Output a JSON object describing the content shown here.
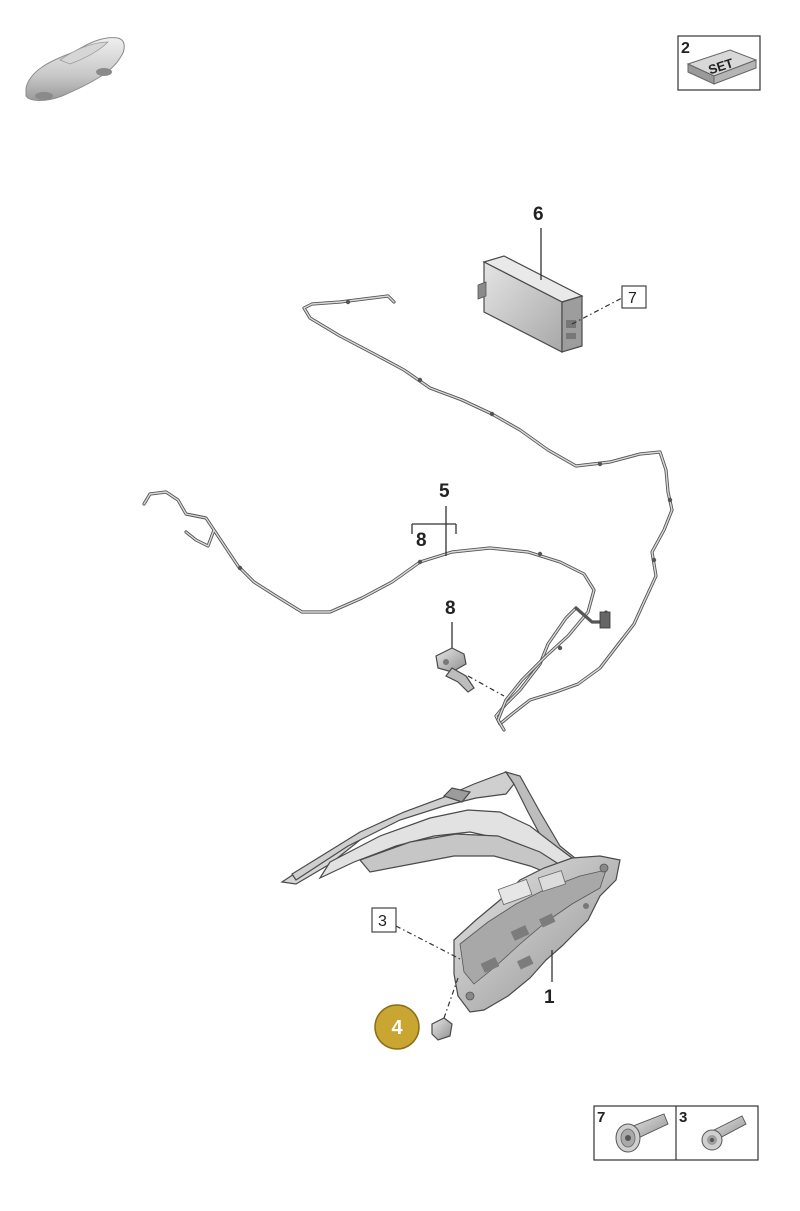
{
  "set_box": {
    "number": "2",
    "text": "SET"
  },
  "callouts": {
    "c1": "1",
    "c3": "3",
    "c4": "4",
    "c5": "5",
    "c6": "6",
    "c7": "7",
    "c8_upper": "8",
    "c8_lower": "8"
  },
  "fastener_legend": [
    {
      "number": "7"
    },
    {
      "number": "3"
    }
  ],
  "colors": {
    "highlight": "#c9a531",
    "highlight_border": "#8a6f17",
    "line": "#333333"
  }
}
